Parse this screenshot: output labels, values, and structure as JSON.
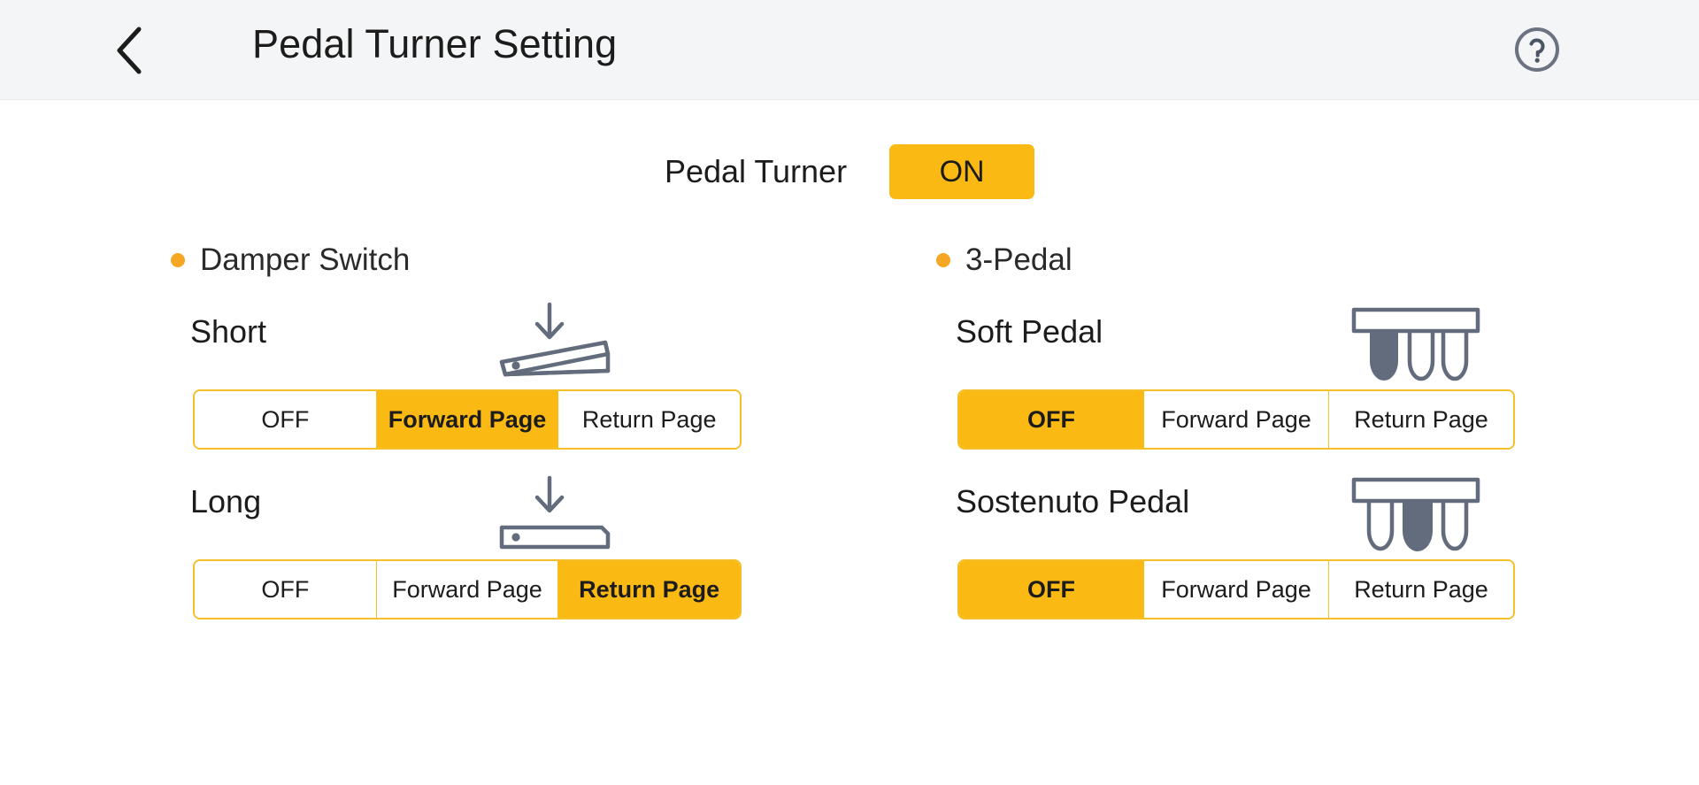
{
  "header": {
    "title": "Pedal Turner Setting",
    "back_icon": "chevron-left-icon",
    "help_icon": "help-circle-icon"
  },
  "master": {
    "label": "Pedal Turner",
    "state": "ON"
  },
  "colors": {
    "accent": "#fbb914",
    "accent_border": "#f5bf2a",
    "bullet": "#f5a623",
    "icon_stroke": "#636c7c",
    "header_bg": "#f4f5f6",
    "text": "#1c1c1c"
  },
  "options": [
    "OFF",
    "Forward Page",
    "Return Page"
  ],
  "sections": [
    {
      "title": "Damper Switch",
      "items": [
        {
          "label": "Short",
          "icon": "pedal-tilted-arrow-down-icon",
          "selected": "Forward Page",
          "options": [
            "OFF",
            "Forward Page",
            "Return Page"
          ]
        },
        {
          "label": "Long",
          "icon": "pedal-flat-arrow-down-icon",
          "selected": "Return Page",
          "options": [
            "OFF",
            "Forward Page",
            "Return Page"
          ]
        }
      ]
    },
    {
      "title": "3-Pedal",
      "items": [
        {
          "label": "Soft Pedal",
          "icon": "three-pedal-left-highlighted-icon",
          "selected": "OFF",
          "options": [
            "OFF",
            "Forward Page",
            "Return Page"
          ]
        },
        {
          "label": "Sostenuto Pedal",
          "icon": "three-pedal-middle-highlighted-icon",
          "selected": "OFF",
          "options": [
            "OFF",
            "Forward Page",
            "Return Page"
          ]
        }
      ]
    }
  ]
}
